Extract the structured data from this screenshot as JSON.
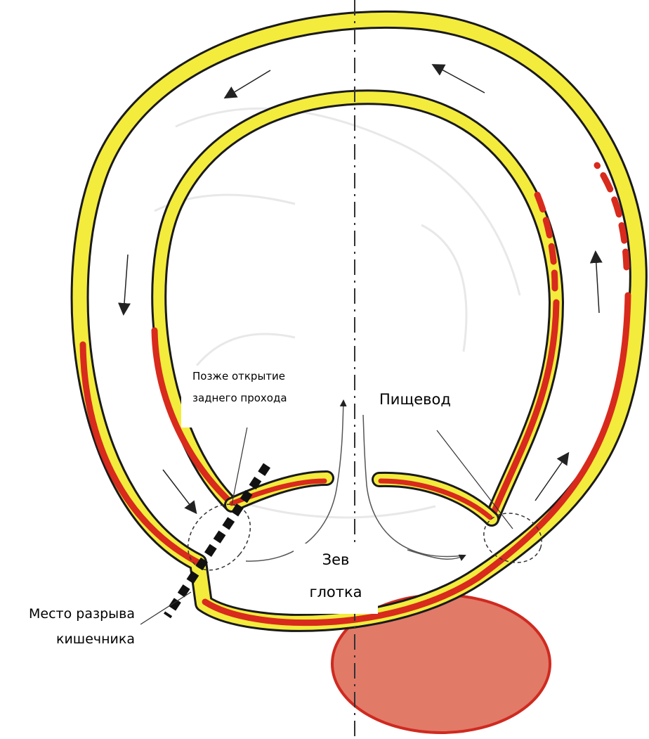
{
  "labels": {
    "later_opening": [
      "Позже открытие",
      "заднего прохода"
    ],
    "esophagus": "Пищевод",
    "pharynx": [
      "Зев",
      "глотка"
    ],
    "rupture_site": [
      "Место разрыва",
      "кишечника"
    ]
  },
  "colors": {
    "outline": "#1a1a1a",
    "outer_yellow": "#f3ec3c",
    "inner_red": "#d82a1d",
    "yolk_fill": "#e27a68",
    "yolk_stroke": "#cf2a20",
    "arrow": "#222222",
    "faint_background": "#e8e8e8"
  }
}
